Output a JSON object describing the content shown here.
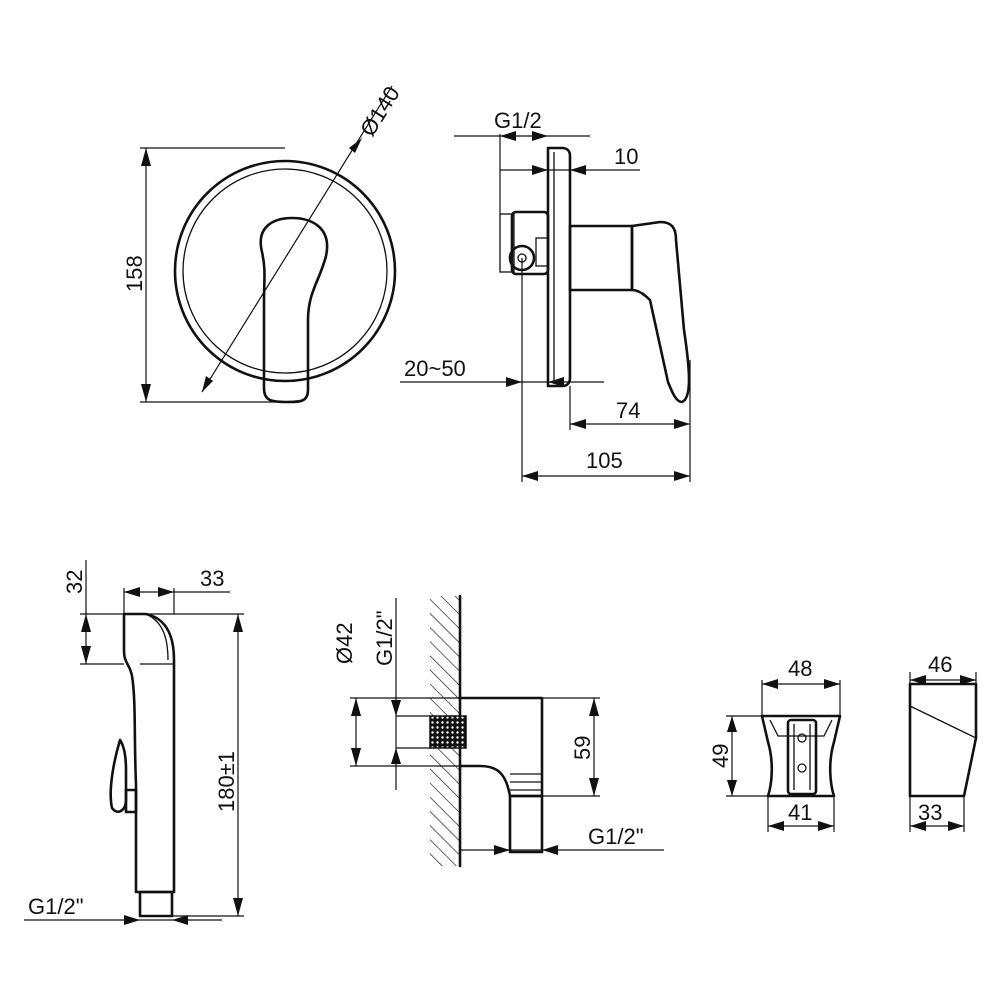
{
  "dims": {
    "front": {
      "diameter": "Ø140",
      "height": "158"
    },
    "side": {
      "thread": "G1/2",
      "plate": "10",
      "wall": "20~50",
      "handle": "74",
      "overall": "105"
    },
    "sprayer": {
      "top": "32",
      "width": "33",
      "length": "180±1",
      "thread": "G1/2\""
    },
    "elbow": {
      "diameter": "Ø42",
      "thread_in": "G1/2\"",
      "height": "59",
      "thread_out": "G1/2\""
    },
    "holder_front": {
      "top": "48",
      "height": "49",
      "bottom": "41"
    },
    "holder_side": {
      "top": "46",
      "bottom": "33"
    }
  }
}
